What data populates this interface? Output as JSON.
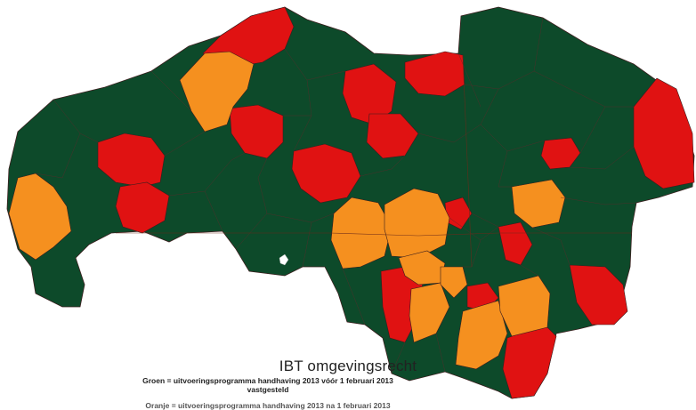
{
  "legend": {
    "title": "IBT omgevingsrecht",
    "green_line": "Groen = uitvoeringsprogramma handhaving 2013 vóór 1 februari 2013",
    "green_line_cont": "vastgesteld",
    "orange_line": "Oranje = uitvoeringsprogramma handhaving 2013 na 1 februari 2013"
  },
  "colors": {
    "green": "#0d4a2a",
    "red": "#e01212",
    "orange": "#f5901f",
    "border": "#3a1e1e"
  }
}
